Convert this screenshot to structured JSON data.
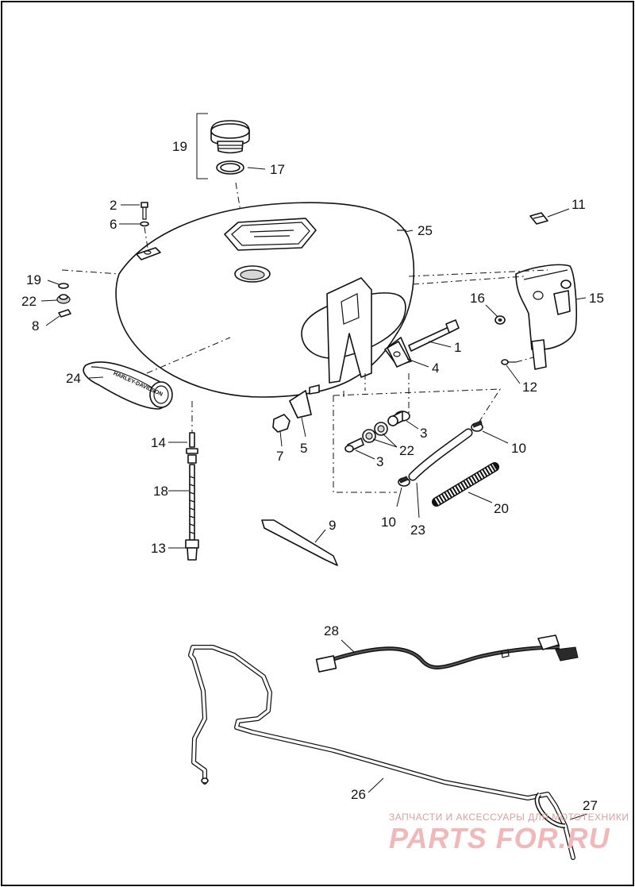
{
  "diagram": {
    "callouts": {
      "c1": "1",
      "c2": "2",
      "c3a": "3",
      "c3b": "3",
      "c4": "4",
      "c5": "5",
      "c6": "6",
      "c7": "7",
      "c8": "8",
      "c9": "9",
      "c10a": "10",
      "c10b": "10",
      "c11": "11",
      "c12": "12",
      "c13": "13",
      "c14": "14",
      "c15": "15",
      "c16": "16",
      "c17": "17",
      "c18": "18",
      "c19a": "19",
      "c19b": "19",
      "c20": "20",
      "c22a": "22",
      "c22b": "22",
      "c23": "23",
      "c24": "24",
      "c25": "25",
      "c26": "26",
      "c27": "27",
      "c28": "28"
    },
    "emblem_text": "HARLEY-DAVIDSON"
  },
  "watermark": {
    "tagline": "ЗАПЧАСТИ И АКСЕССУАРЫ ДЛЯ МОТОТЕХНИКИ",
    "brand": "PARTS FOR.RU"
  },
  "colors": {
    "line": "#111111",
    "watermark": "#f0b8b8"
  }
}
